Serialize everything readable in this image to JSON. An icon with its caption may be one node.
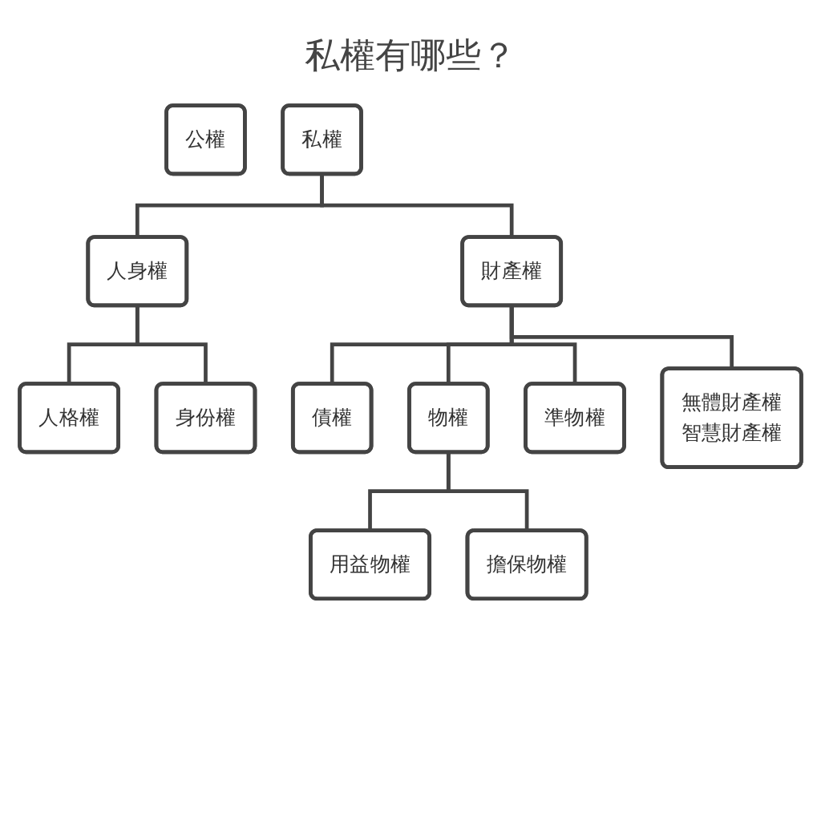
{
  "diagram": {
    "title": "私權有哪些？",
    "nodes": [
      {
        "text": [
          "公權"
        ]
      },
      {
        "text": [
          "私權"
        ]
      },
      {
        "text": [
          "人身權"
        ]
      },
      {
        "text": [
          "財產權"
        ]
      },
      {
        "text": [
          "人格權"
        ]
      },
      {
        "text": [
          "身份權"
        ]
      },
      {
        "text": [
          "債權"
        ]
      },
      {
        "text": [
          "物權"
        ]
      },
      {
        "text": [
          "準物權"
        ]
      },
      {
        "text": [
          "無體財產權",
          "智慧財產權"
        ]
      },
      {
        "text": [
          "用益物權"
        ]
      },
      {
        "text": [
          "擔保物權"
        ]
      }
    ],
    "edges": [
      {
        "from": 1,
        "to": 2,
        "arrow": "none"
      },
      {
        "from": 1,
        "to": 3,
        "arrow": "none"
      },
      {
        "from": 2,
        "to": 4,
        "arrow": "none"
      },
      {
        "from": 2,
        "to": 5,
        "arrow": "none"
      },
      {
        "from": 3,
        "to": 6,
        "arrow": "none"
      },
      {
        "from": 3,
        "to": 7,
        "arrow": "none"
      },
      {
        "from": 3,
        "to": 8,
        "arrow": "none"
      },
      {
        "from": 3,
        "to": 9,
        "arrow": "none"
      },
      {
        "from": 7,
        "to": 10,
        "arrow": "none"
      },
      {
        "from": 7,
        "to": 11,
        "arrow": "none"
      }
    ]
  }
}
